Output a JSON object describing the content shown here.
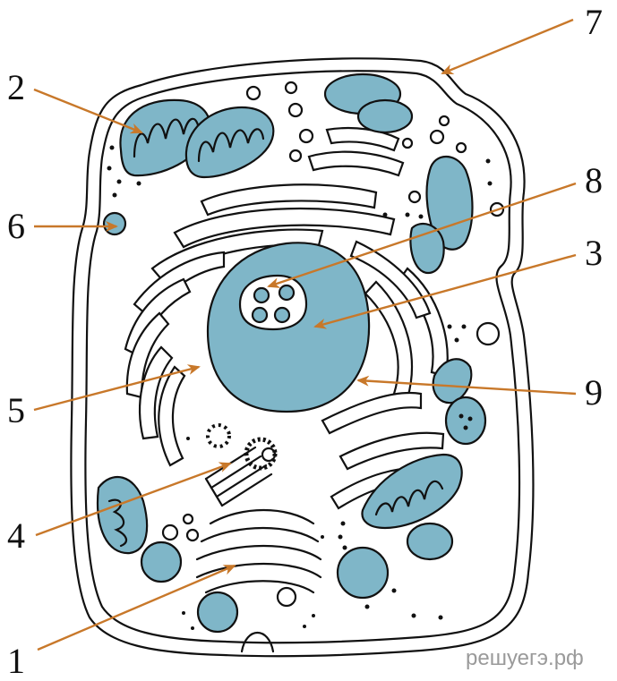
{
  "labels": [
    "1",
    "2",
    "3",
    "4",
    "5",
    "6",
    "7",
    "8",
    "9"
  ],
  "watermark": "решуегэ.рф",
  "colors": {
    "accent": "#c8782a",
    "organelle_fill": "#7fb6c8",
    "outline": "#111111"
  }
}
